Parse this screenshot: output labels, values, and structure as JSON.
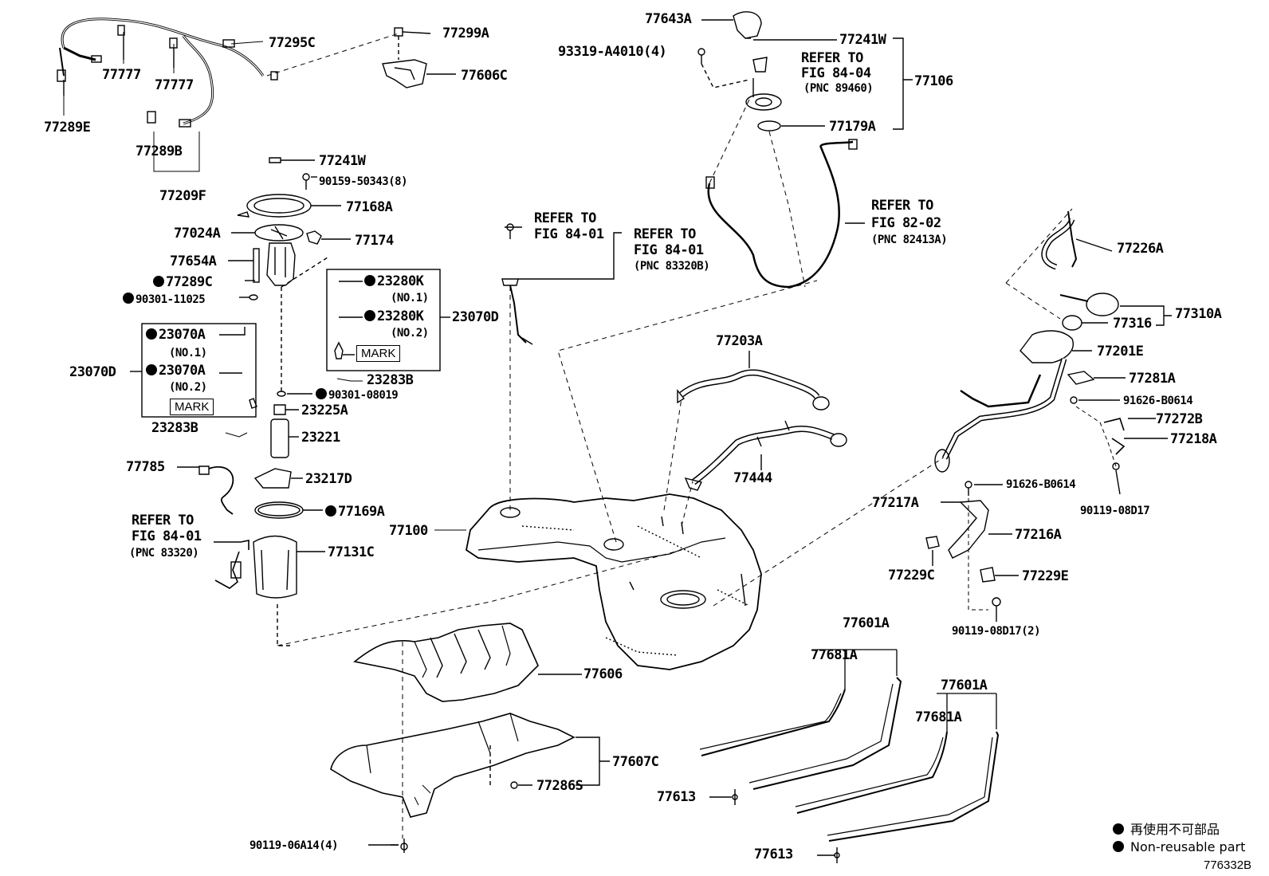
{
  "diagram": {
    "figure_code": "776332B",
    "legend": {
      "jp": "再使用不可部品",
      "en": "Non-reusable part"
    },
    "labels": {
      "l77643A": "77643A",
      "l77241W_top": "77241W",
      "l93319": "93319-A4010(4)",
      "l_refer_to_a": "REFER TO",
      "l_fig_84_04": "FIG 84-04",
      "l_pnc_89460": "(PNC 89460)",
      "l77106": "77106",
      "l77179A": "77179A",
      "l77299A": "77299A",
      "l77295C": "77295C",
      "l77777_a": "77777",
      "l77777_b": "77777",
      "l77606C": "77606C",
      "l77289E": "77289E",
      "l77289B": "77289B",
      "l77209F": "77209F",
      "l77241W_mid": "77241W",
      "l90159": "90159-50343(8)",
      "l77168A": "77168A",
      "l77024A": "77024A",
      "l77174": "77174",
      "l77654A": "77654A",
      "l77289C": "77289C",
      "l90301_11025": "90301-11025",
      "l23280K_1": "23280K",
      "l_no1_a": "(NO.1)",
      "l23280K_2": "23280K",
      "l_no2_a": "(NO.2)",
      "l23070D_right": "23070D",
      "l_mark_a": "MARK",
      "l23070A_1": "23070A",
      "l_no1_b": "(NO.1)",
      "l23070D_left": "23070D",
      "l23070A_2": "23070A",
      "l_no2_b": "(NO.2)",
      "l_mark_b": "MARK",
      "l23283B_a": "23283B",
      "l90301_08019": "90301-08019",
      "l23225A": "23225A",
      "l23283B_b": "23283B",
      "l23221": "23221",
      "l77785": "77785",
      "l23217D": "23217D",
      "l77169A": "77169A",
      "l_refer_to_b": "REFER TO",
      "l_fig_84_01_b": "FIG 84-01",
      "l_pnc_83320": "(PNC 83320)",
      "l77131C": "77131C",
      "l77100": "77100",
      "l_refer_to_c": "REFER TO",
      "l_fig_84_01_c": "FIG 84-01",
      "l_refer_to_d": "REFER TO",
      "l_fig_84_01_d": "FIG 84-01",
      "l_pnc_83320B": "(PNC 83320B)",
      "l_refer_to_e": "REFER TO",
      "l_fig_82_02": "FIG 82-02",
      "l_pnc_82413A": "(PNC 82413A)",
      "l77226A": "77226A",
      "l77310A": "77310A",
      "l77316": "77316",
      "l77201E": "77201E",
      "l77203A": "77203A",
      "l77281A": "77281A",
      "l91626_a": "91626-B0614",
      "l77272B": "77272B",
      "l77218A": "77218A",
      "l77444": "77444",
      "l91626_b": "91626-B0614",
      "l90119_08D17": "90119-08D17",
      "l77217A": "77217A",
      "l77216A": "77216A",
      "l77229C": "77229C",
      "l77229E": "77229E",
      "l90119_08D17_2": "90119-08D17(2)",
      "l77601A_a": "77601A",
      "l77681A_a": "77681A",
      "l77601A_b": "77601A",
      "l77681A_b": "77681A",
      "l77606": "77606",
      "l77607C": "77607C",
      "l77286S": "77286S",
      "l77613_a": "77613",
      "l77613_b": "77613",
      "l90119_06A14": "90119-06A14(4)"
    }
  }
}
